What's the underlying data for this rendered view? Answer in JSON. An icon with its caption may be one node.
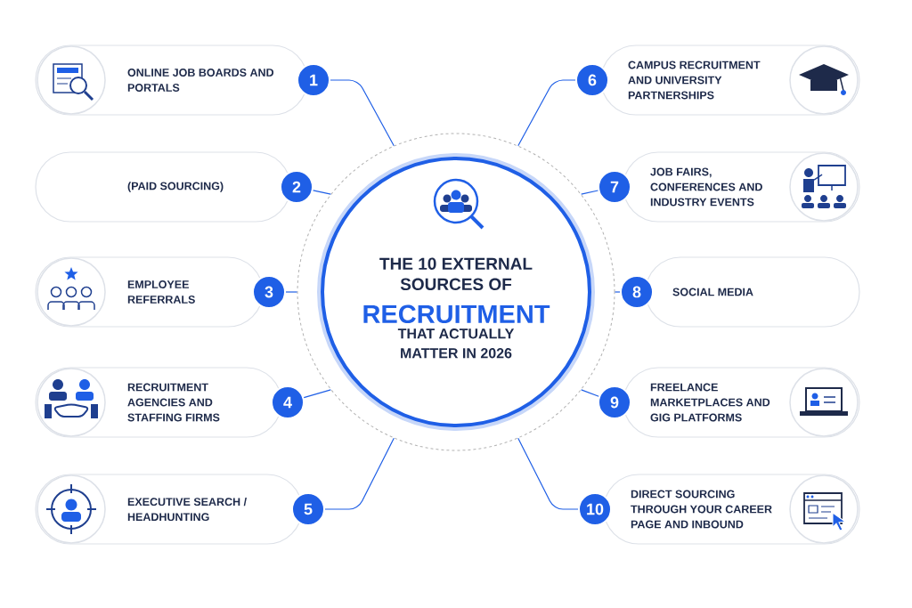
{
  "diagram": {
    "nodes": [
      {
        "text": [
          "THE 10 EXTERNAL SOURCES OF",
          "RECRUITMENT",
          "THAT ACTUALLY MATTER IN 2026"
        ]
      },
      {
        "text": [
          "ONLINE JOB BOARDS AND PORTALS"
        ]
      },
      {
        "text": [
          "1"
        ]
      },
      {
        "text": [
          "(PAID SOURCING)"
        ]
      },
      {
        "text": [
          "2"
        ]
      },
      {
        "text": [
          "EMPLOYEE REFERRALS"
        ]
      },
      {
        "text": [
          "3"
        ]
      },
      {
        "text": [
          "RECRUITMENT AGENCIES AND STAFFING FIRMS"
        ]
      },
      {
        "text": [
          "4"
        ]
      },
      {
        "text": [
          "EXECUTIVE SEARCH / HEADHUNTING"
        ]
      },
      {
        "text": [
          "5"
        ]
      },
      {
        "text": [
          "CAMPUS RECRUITMENT AND UNIVERSITY PARTNERSHIPS"
        ]
      },
      {
        "text": [
          "6"
        ]
      },
      {
        "text": [
          "JOB FAIRS, CONFERENCES AND INDUSTRY EVENTS"
        ]
      },
      {
        "text": [
          "7"
        ]
      },
      {
        "text": [
          "SOCIAL MEDIA"
        ]
      },
      {
        "text": [
          "8"
        ]
      },
      {
        "text": [
          "FREELANCE MARKETPLACES AND GIG PLATFORMS"
        ]
      },
      {
        "text": [
          "9"
        ]
      },
      {
        "text": [
          "DIRECT SOURCING THROUGH YOUR CAREER PAGE AND INBOUND"
        ]
      },
      {
        "text": [
          "10"
        ]
      }
    ],
    "edges": [
      {
        "from": 2,
        "to": 0,
        "arrow": "none"
      },
      {
        "from": 4,
        "to": 0,
        "arrow": "none"
      },
      {
        "from": 6,
        "to": 0,
        "arrow": "none"
      },
      {
        "from": 8,
        "to": 0,
        "arrow": "none"
      },
      {
        "from": 10,
        "to": 0,
        "arrow": "none"
      },
      {
        "from": 12,
        "to": 0,
        "arrow": "none"
      },
      {
        "from": 14,
        "to": 0,
        "arrow": "none"
      },
      {
        "from": 16,
        "to": 0,
        "arrow": "none"
      },
      {
        "from": 18,
        "to": 0,
        "arrow": "none"
      },
      {
        "from": 20,
        "to": 0,
        "arrow": "none"
      }
    ]
  }
}
